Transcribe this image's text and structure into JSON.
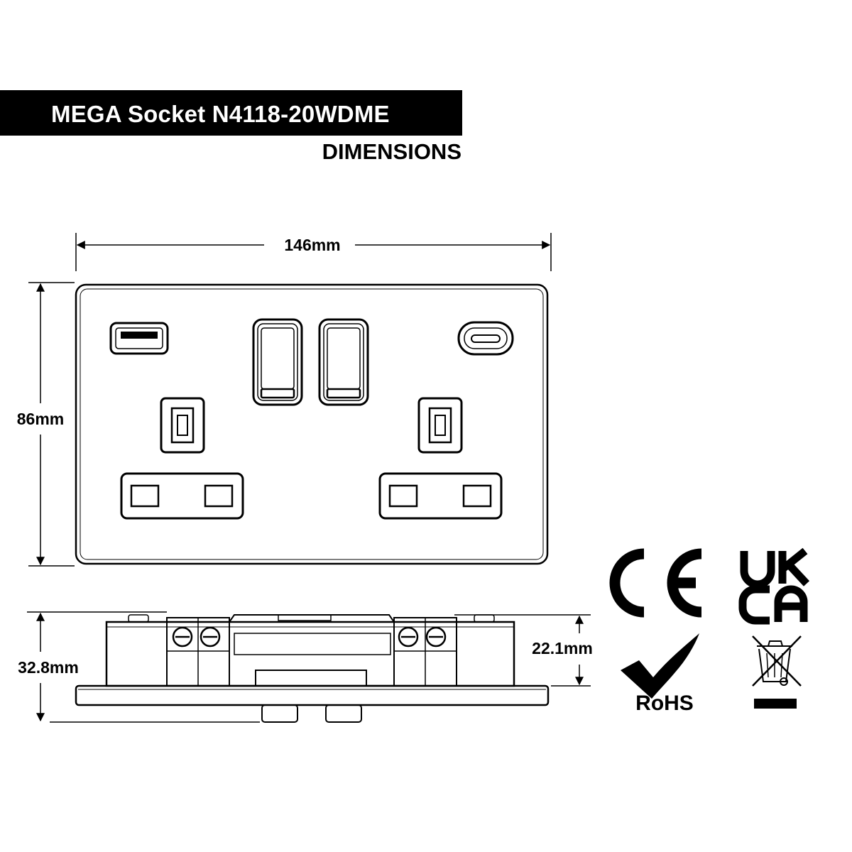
{
  "header": {
    "title": "MEGA Socket N4118-20WDME",
    "subtitle": "DIMENSIONS"
  },
  "dimensions": {
    "width": "146mm",
    "height": "86mm",
    "total_depth": "32.8mm",
    "back_box_depth": "22.1mm"
  },
  "certifications": {
    "ce": "CE",
    "ukca_top": "UK",
    "ukca_bottom": "CA",
    "rohs": "RoHS",
    "weee": "weee-crossed-bin-icon"
  },
  "colors": {
    "line": "#000000",
    "header_bg": "#000000",
    "header_text": "#ffffff"
  }
}
